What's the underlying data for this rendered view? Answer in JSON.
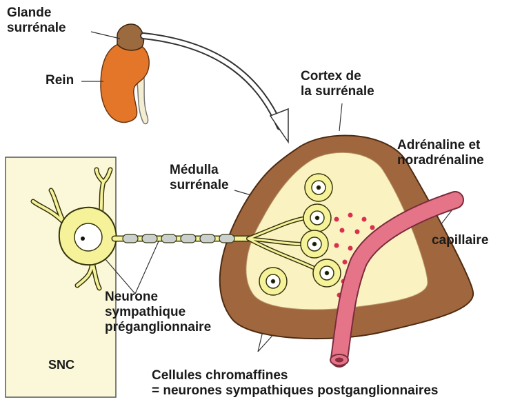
{
  "labels": {
    "glande_surrenale": [
      "Glande",
      "surrénale"
    ],
    "rein": "Rein",
    "cortex": [
      "Cortex de",
      "la surrénale"
    ],
    "adrenaline": [
      "Adrénaline et",
      "noradrénaline"
    ],
    "medulla": [
      "Médulla",
      "surrénale"
    ],
    "capillaire": "capillaire",
    "neurone": [
      "Neurone",
      "sympathique",
      "préganglionnaire"
    ],
    "snc": "SNC",
    "cellules": [
      "Cellules chromaffines",
      "= neurones sympathiques postganglionnaires"
    ]
  },
  "colors": {
    "cortex": "#a0673e",
    "medulla": "#fbf2c2",
    "cells": "#f6f29a",
    "snc_box": "#fbf8da",
    "kidney": "#e4762a",
    "capillary": "#e57489",
    "secretion": "#d9304d"
  },
  "icons": [
    "kidney-icon",
    "neuron-icon",
    "capillary-icon",
    "gland-icon"
  ]
}
